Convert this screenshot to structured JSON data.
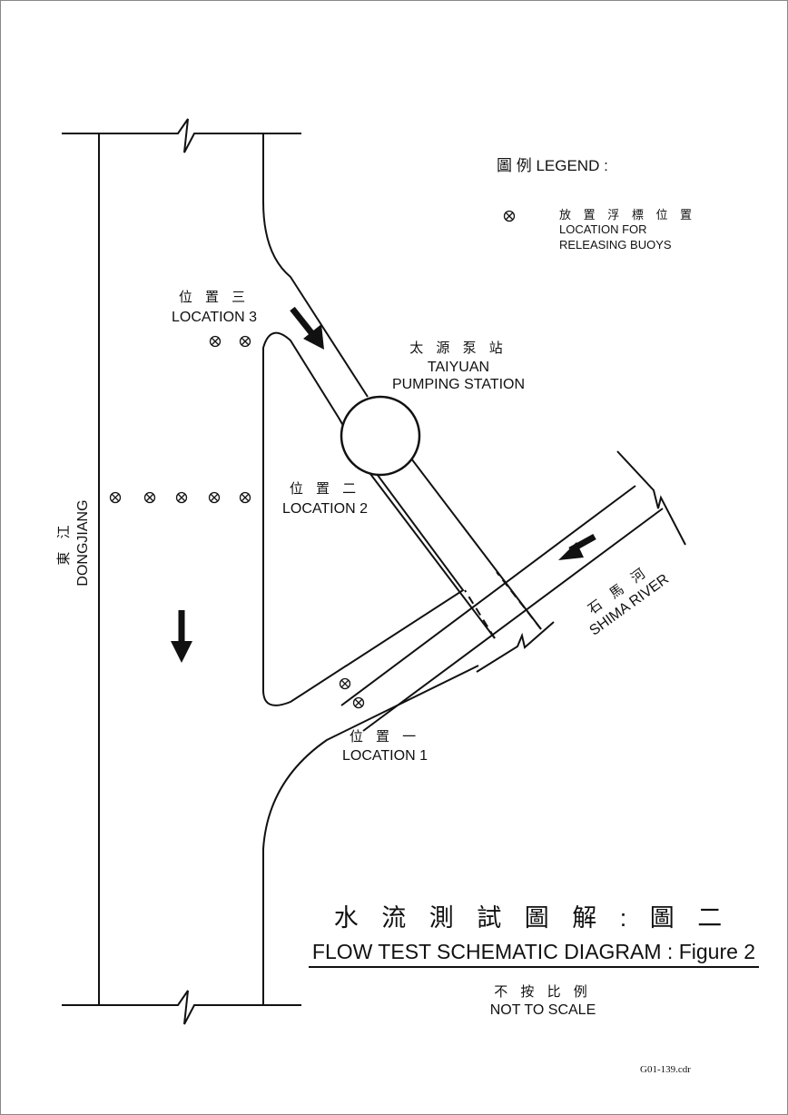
{
  "legend": {
    "title": "圖 例 LEGEND :",
    "item_cn": "放 置 浮 標 位 置",
    "item_en_1": "LOCATION FOR",
    "item_en_2": "RELEASING BUOYS"
  },
  "locations": {
    "loc3_cn": "位 置 三",
    "loc3_en": "LOCATION 3",
    "loc2_cn": "位 置 二",
    "loc2_en": "LOCATION 2",
    "loc1_cn": "位 置 一",
    "loc1_en": "LOCATION 1"
  },
  "station": {
    "cn": "太 源 泵 站",
    "en_1": "TAIYUAN",
    "en_2": "PUMPING STATION"
  },
  "rivers": {
    "dongjiang_cn": "東 江",
    "dongjiang_en": "DONGJIANG",
    "shima_cn": "石 馬 河",
    "shima_en": "SHIMA RIVER"
  },
  "title": {
    "cn": "水 流 測 試 圖 解 : 圖 二",
    "en": "FLOW TEST SCHEMATIC DIAGRAM : Figure 2"
  },
  "scale": {
    "cn": "不 按 比 例",
    "en": "NOT TO SCALE"
  },
  "file_ref": "G01-139.cdr"
}
